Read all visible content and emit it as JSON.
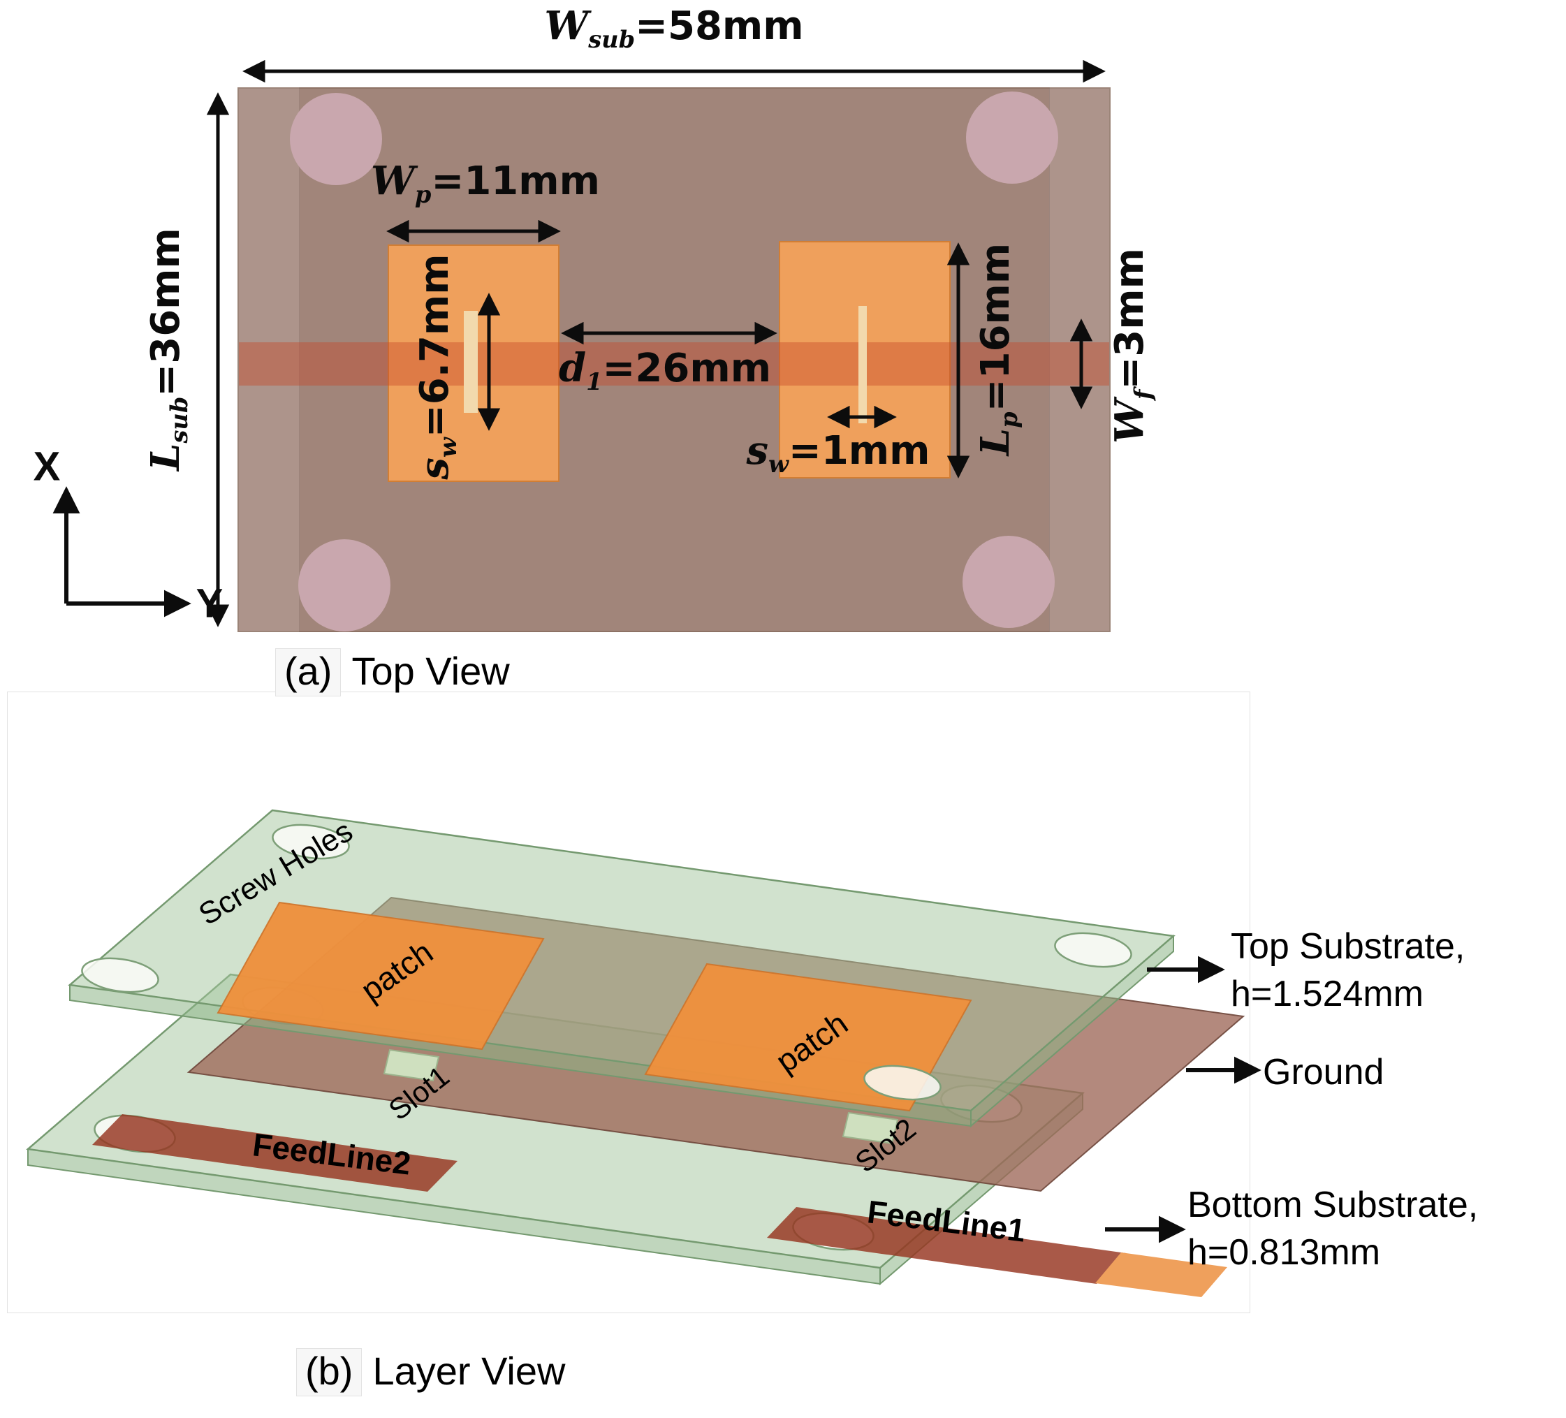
{
  "top_view": {
    "caption": {
      "index": "(a)",
      "label": "Top View"
    },
    "axes": {
      "x": "X",
      "y": "Y"
    },
    "dims": {
      "w_sub": {
        "var": "W",
        "sub": "sub",
        "val": "=58mm"
      },
      "l_sub": {
        "var": "L",
        "sub": "sub",
        "val": "=36mm"
      },
      "w_p": {
        "var": "W",
        "sub": "p",
        "val": "=11mm"
      },
      "s_w_left": {
        "var": "s",
        "sub": "w",
        "val": "=6.7mm"
      },
      "d_1": {
        "var": "d",
        "sub": "1",
        "val": "=26mm"
      },
      "s_w_right": {
        "var": "s",
        "sub": "w",
        "val": "=1mm"
      },
      "l_p": {
        "var": "L",
        "sub": "p",
        "val": "=16mm"
      },
      "w_f": {
        "var": "W",
        "sub": "f",
        "val": "=3mm"
      }
    }
  },
  "layer_view": {
    "caption": {
      "index": "(b)",
      "label": "Layer View"
    },
    "labels": {
      "screw_holes": "Screw Holes",
      "patch_left": "patch",
      "patch_right": "patch",
      "slot1": "Slot1",
      "slot2": "Slot2",
      "feedline2": "FeedLine2",
      "feedline1": "FeedLine1",
      "top_substrate_line1": "Top Substrate,",
      "top_substrate_line2": "h=1.524mm",
      "ground": "Ground",
      "bottom_substrate_line1": "Bottom Substrate,",
      "bottom_substrate_line2": "h=0.813mm"
    }
  },
  "colors": {
    "substrate_brown": "#a1857a",
    "hole_pink": "#c9a7ae",
    "patch_orange": "#efa05c",
    "slot_pale": "#f2d9ad",
    "feed_red": "#c64828",
    "substrate_green": "#a3c69e",
    "ground_brown": "#9d6858",
    "feedline_dark_red": "#96341f",
    "label_black": "#0c0c0c"
  }
}
